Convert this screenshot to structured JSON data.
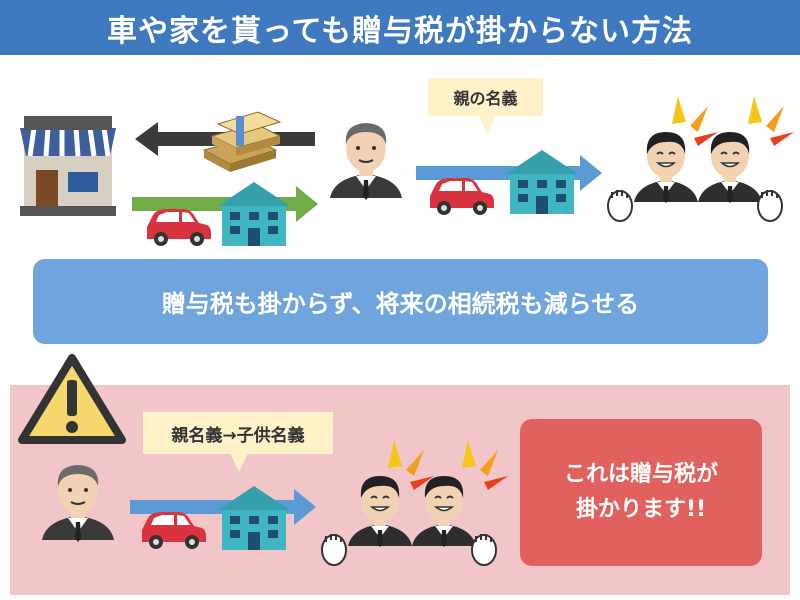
{
  "title": "車や家を貰っても贈与税が掛からない方法",
  "top_callout": "親の名義",
  "banner": "贈与税も掛からず、将来の相続税も減らせる",
  "bottom_callout": "親名義→子供名義",
  "warning": {
    "line1": "これは贈与税が",
    "line2": "掛かります!!"
  },
  "colors": {
    "title_bar": "#3f79bf",
    "banner": "#6fa4dc",
    "bottom_panel": "#f2c6c8",
    "warning_box": "#e1615e",
    "callout": "#fff1c8",
    "arrow_blue": "#5b9bd5",
    "arrow_green": "#70ad47",
    "arrow_dark": "#3b3b3b",
    "car_red": "#d9333f",
    "building_teal": "#3fb6c1",
    "warning_yellow": "#f5d76e"
  }
}
